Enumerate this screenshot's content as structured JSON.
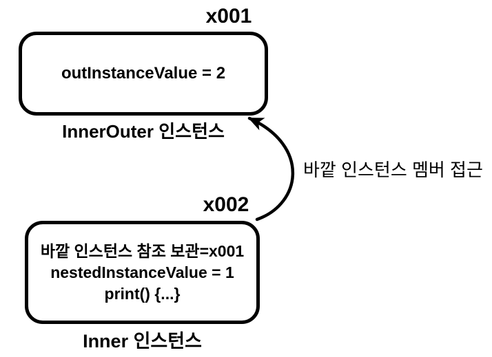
{
  "diagram": {
    "outer_instance": {
      "ref_label": "x001",
      "body": "outInstanceValue = 2",
      "caption": "InnerOuter 인스턴스"
    },
    "inner_instance": {
      "ref_label": "x002",
      "lines": [
        "바깥 인스턴스 참조 보관=x001",
        "nestedInstanceValue = 1",
        "print() {...}"
      ],
      "caption": "Inner 인스턴스"
    },
    "arrow": {
      "label": "바깥 인스턴스 멤버 접근",
      "meaning": "curved-arrow-from-inner-to-outer"
    },
    "colors": {
      "stroke": "#000000",
      "background": "#ffffff"
    }
  }
}
